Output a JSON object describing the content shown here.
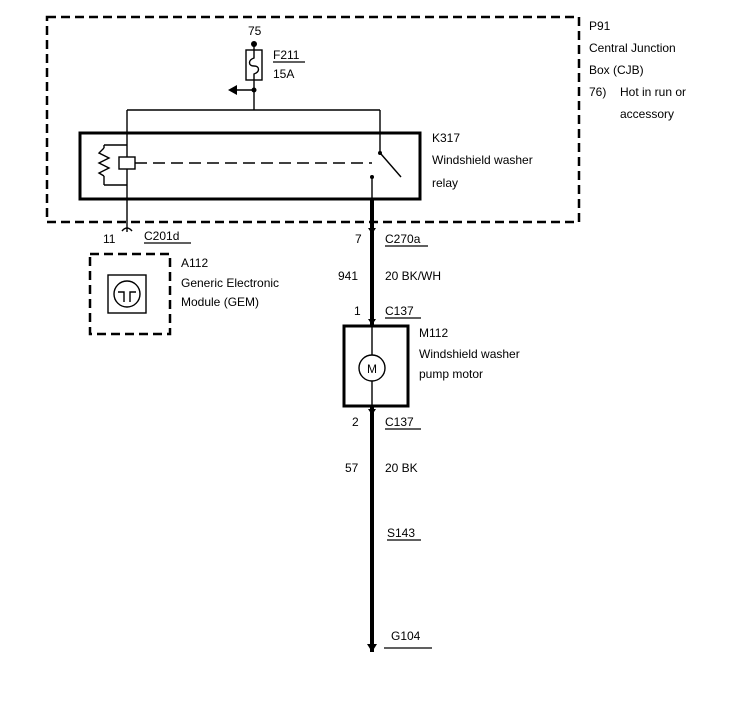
{
  "cjb": {
    "id": "P91",
    "name_line1": "Central Junction",
    "name_line2": "Box (CJB)",
    "note_number": "76)",
    "note_line1": "Hot in run or",
    "note_line2": "accessory"
  },
  "fuse": {
    "terminal": "75",
    "id": "F211",
    "rating": "15A"
  },
  "relay": {
    "id": "K317",
    "name_line1": "Windshield washer",
    "name_line2": "relay"
  },
  "gem": {
    "pin": "11",
    "connector": "C201d",
    "id": "A112",
    "name_line1": "Generic Electronic",
    "name_line2": "Module (GEM)"
  },
  "wire_upper": {
    "pin_top": "7",
    "connector_top": "C270a",
    "circuit": "941",
    "color": "20 BK/WH",
    "pin_bottom": "1",
    "connector_bottom": "C137"
  },
  "motor": {
    "id": "M112",
    "name_line1": "Windshield washer",
    "name_line2": "pump motor",
    "symbol": "M"
  },
  "wire_lower": {
    "pin_top": "2",
    "connector_top": "C137",
    "circuit": "57",
    "color": "20 BK",
    "splice": "S143",
    "ground": "G104"
  }
}
